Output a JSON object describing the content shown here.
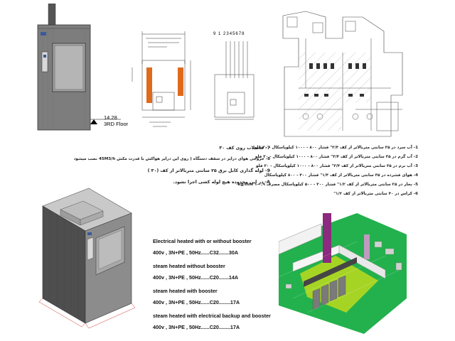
{
  "floor_marker": {
    "level": "14.28",
    "name": "3RD Floor"
  },
  "section": {
    "numbers": [
      "9",
      "1",
      "2",
      "3",
      "4",
      "5",
      "6",
      "7",
      "8"
    ]
  },
  "notes_left": [
    "7- فاضلاب روی کف ۳۰",
    "8- خروجی هوای درایر در سقف دستگاه ( روی این درایر هواکش با قدرت مکش 45M3/h نصب میشود",
    "9- لوله گذاری کابل برق ۲۵ سانتی متربالاتر از کف (۳۰ )",
    "A- در این محدوده هیچ لوله کشی اجرا نشود."
  ],
  "notes_right": [
    "1- آب سرد در ۳۵ سانتی متربالاتر از کف ۳/۴\" فشار ۸۰۰ - ۱۰۰۰ کیلوپاسکال - ۳۰ فلو",
    "2- آب گرم در ۳۵ سانتی متربالاتر از کف ۳/۴\" فشار ۸۰۰ - ۱۰۰۰ کیلوپاسکال - ۳۰ فلو",
    "3- آب نرم در ۳۵ سانتی متربالاتر از کف ۳/۴\" فشار ۸۰۰ - ۱۰۰۰ کیلوپاسکال - ۳۰ فلو",
    "4- هوای فشرده در ۳۵ سانتی متربالاتر از کف ۱/۴\" فشار ۴۰۰ - ۸۰۰ کیلوپاسکال",
    "5- بخار در ۲۵ سانتی متربالاتر از کف ۱/۲\" فشار ۳۰۰ - ۵۰۰ کیلوپاسکال مصرف ۰.۹-۱ kg/min",
    "6- کراس در ۴۰ سانتی متربالاتر از کف ۱/۲\""
  ],
  "power_specs": [
    {
      "heading": "Electrical heated with or without booster",
      "value": "400v , 3N+PE , 50Hz......C32.......30A"
    },
    {
      "heading": "steam heated  without booster",
      "value": "400v , 3N+PE , 50Hz......C20.......14A"
    },
    {
      "heading": "steam heated  with booster",
      "value": "400v , 3N+PE , 50Hz......C20........17A"
    },
    {
      "heading": "steam heated  with electrical backup and booster",
      "value": "400v , 3N+PE , 50Hz......C20........17A"
    }
  ]
}
